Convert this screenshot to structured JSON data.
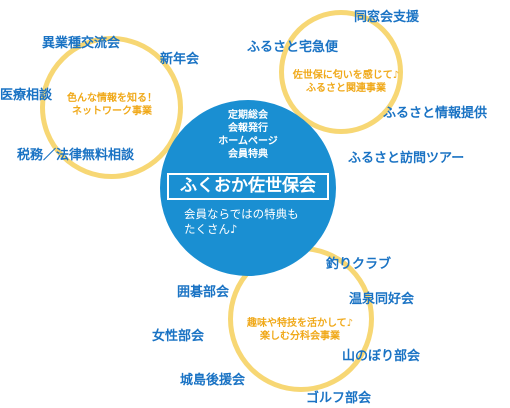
{
  "center": {
    "services": [
      "定期総会",
      "会報発行",
      "ホームページ",
      "会員特典"
    ],
    "title": "ふくおか佐世保会",
    "description": [
      "会員ならではの特典も",
      "たくさん♪"
    ]
  },
  "networking": {
    "caption": [
      "色んな情報を知る！",
      "ネットワーク事業"
    ],
    "items": [
      "異業種交流会",
      "新年会",
      "医療相談",
      "税務／法律無料相談"
    ]
  },
  "hometown": {
    "caption": [
      "佐世保に匂いを感じて♪",
      "ふるさと関連事業"
    ],
    "items": [
      "同窓会支援",
      "ふるさと宅急便",
      "ふるさと情報提供",
      "ふるさと訪問ツアー"
    ]
  },
  "clubs": {
    "caption": [
      "趣味や特技を活かして♪",
      "楽しむ分科会事業"
    ],
    "items": [
      "釣りクラブ",
      "囲碁部会",
      "温泉同好会",
      "女性部会",
      "山のぼり部会",
      "城島後援会",
      "ゴルフ部会"
    ]
  },
  "colors": {
    "center_blue": "#1a8fd2",
    "label_blue": "#1a73c4",
    "ring_yellow": "#f7d774",
    "caption_orange": "#f0a91a"
  }
}
